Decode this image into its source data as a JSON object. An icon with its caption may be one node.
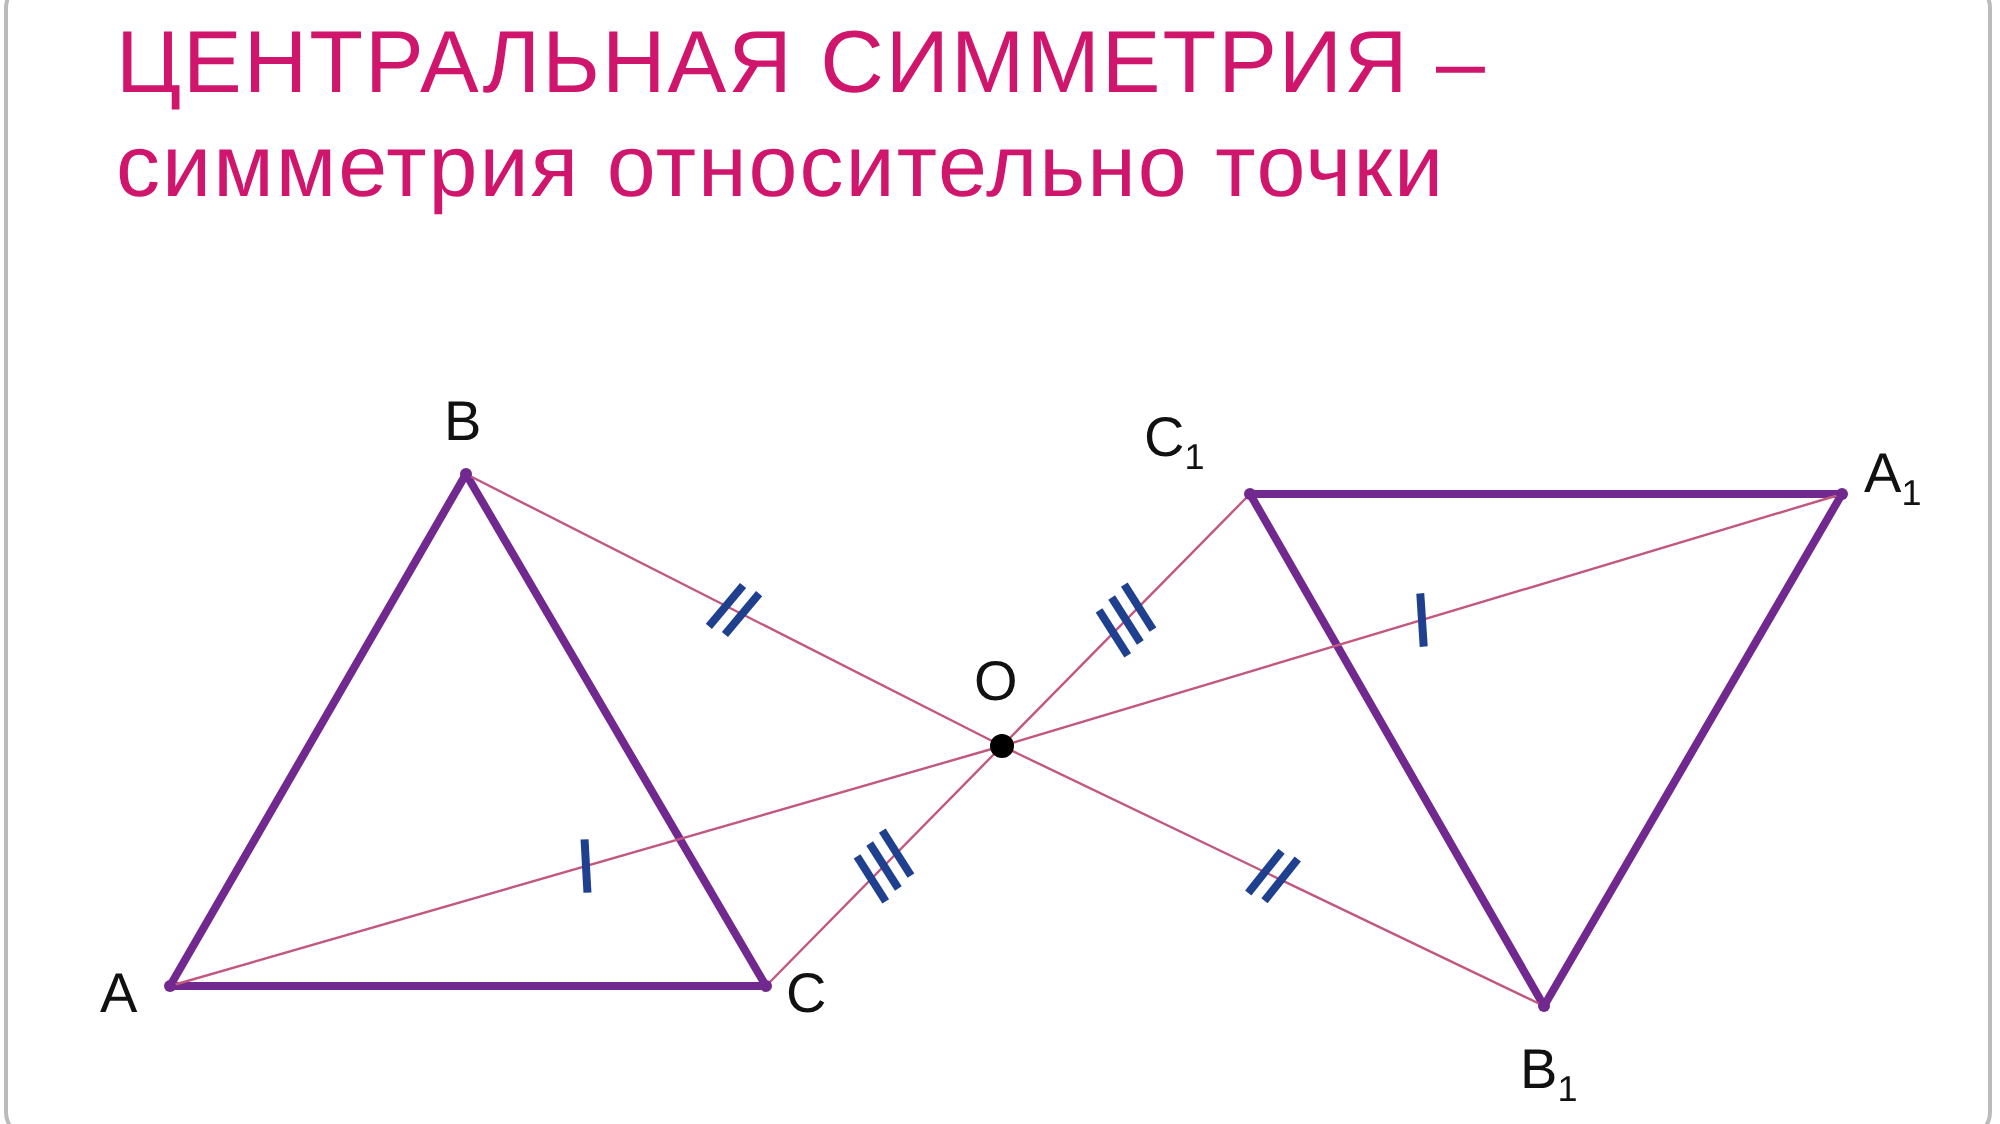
{
  "diagram": {
    "title": "ЦЕНТРАЛЬНАЯ СИММЕТРИЯ – симметрия относительно точки",
    "nodes": [
      {
        "text": [],
        "shape": "point",
        "beside": [
          "A"
        ]
      },
      {
        "text": [],
        "shape": "point",
        "beside": [
          "B"
        ]
      },
      {
        "text": [],
        "shape": "point",
        "beside": [
          "C"
        ]
      },
      {
        "text": [],
        "shape": "circle",
        "beside": [
          "O"
        ]
      },
      {
        "text": [],
        "shape": "point",
        "beside": [
          "A$_{1}$"
        ]
      },
      {
        "text": [],
        "shape": "point",
        "beside": [
          "B$_{1}$"
        ]
      },
      {
        "text": [],
        "shape": "point",
        "beside": [
          "C$_{1}$"
        ]
      }
    ],
    "edges": [
      {
        "from": 0,
        "to": 1,
        "arrow": "none",
        "style": "thick",
        "color": "#72298f"
      },
      {
        "from": 1,
        "to": 2,
        "arrow": "none",
        "style": "thick",
        "color": "#72298f"
      },
      {
        "from": 2,
        "to": 0,
        "arrow": "none",
        "style": "thick",
        "color": "#72298f"
      },
      {
        "from": 4,
        "to": 5,
        "arrow": "none",
        "style": "thick",
        "color": "#72298f"
      },
      {
        "from": 5,
        "to": 6,
        "arrow": "none",
        "style": "thick",
        "color": "#72298f"
      },
      {
        "from": 6,
        "to": 4,
        "arrow": "none",
        "style": "thick",
        "color": "#72298f"
      },
      {
        "from": 0,
        "to": 3,
        "arrow": "none",
        "color": "#c2577f"
      },
      {
        "from": 3,
        "to": 4,
        "arrow": "none",
        "color": "#c2577f"
      },
      {
        "from": 1,
        "to": 3,
        "arrow": "none",
        "color": "#c2577f"
      },
      {
        "from": 3,
        "to": 5,
        "arrow": "none",
        "color": "#c2577f"
      },
      {
        "from": 2,
        "to": 3,
        "arrow": "none",
        "color": "#c2577f"
      },
      {
        "from": 3,
        "to": 6,
        "arrow": "none",
        "color": "#c2577f"
      }
    ]
  }
}
